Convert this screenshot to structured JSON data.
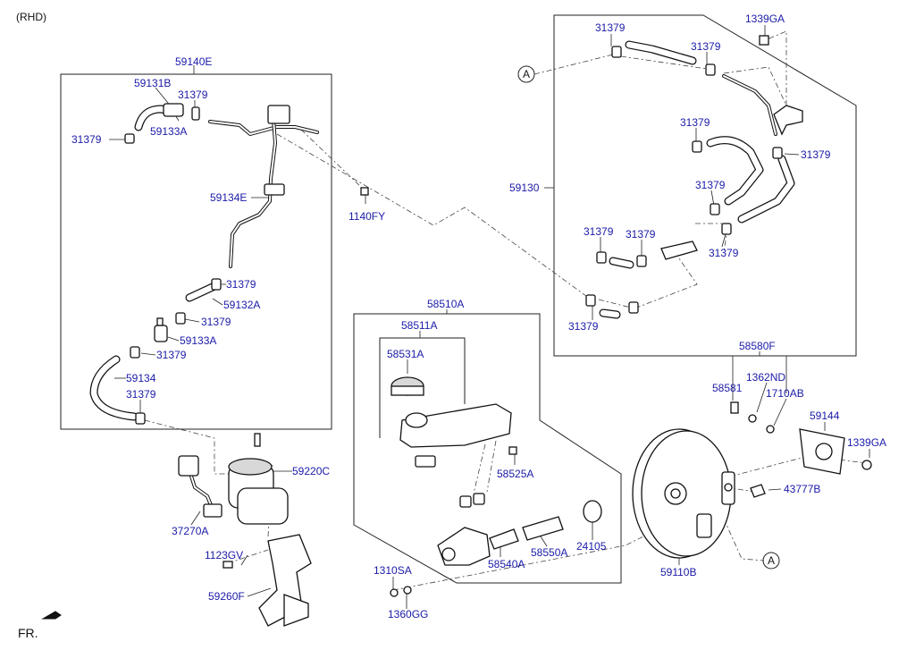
{
  "header": {
    "variant": "(RHD)"
  },
  "footer": {
    "direction": "FR."
  },
  "reference_markers": {
    "a_top": "A",
    "a_bottom": "A"
  },
  "labels": {
    "l59140E": "59140E",
    "l59131B": "59131B",
    "l31379_a": "31379",
    "l59133A_a": "59133A",
    "l31379_b": "31379",
    "l59134E": "59134E",
    "l1140FY": "1140FY",
    "l31379_c": "31379",
    "l59132A": "59132A",
    "l31379_d": "31379",
    "l59133A_b": "59133A",
    "l31379_e": "31379",
    "l59134": "59134",
    "l31379_f": "31379",
    "l59220C": "59220C",
    "l37270A": "37270A",
    "l1123GV": "1123GV",
    "l59260F": "59260F",
    "l58510A": "58510A",
    "l58511A": "58511A",
    "l58531A": "58531A",
    "l58525A": "58525A",
    "l58540A": "58540A",
    "l58550A": "58550A",
    "l24105": "24105",
    "l1310SA": "1310SA",
    "l1360GG": "1360GG",
    "l31379_g": "31379",
    "l31379_h": "31379",
    "l1339GA_a": "1339GA",
    "l31379_i": "31379",
    "l59130": "59130",
    "l31379_j": "31379",
    "l31379_k": "31379",
    "l31379_l": "31379",
    "l31379_m": "31379",
    "l31379_n": "31379",
    "l31379_o": "31379",
    "l58580F": "58580F",
    "l58581": "58581",
    "l1362ND": "1362ND",
    "l1710AB": "1710AB",
    "l59144": "59144",
    "l1339GA_b": "1339GA",
    "l43777B": "43777B",
    "l59110B": "59110B"
  }
}
